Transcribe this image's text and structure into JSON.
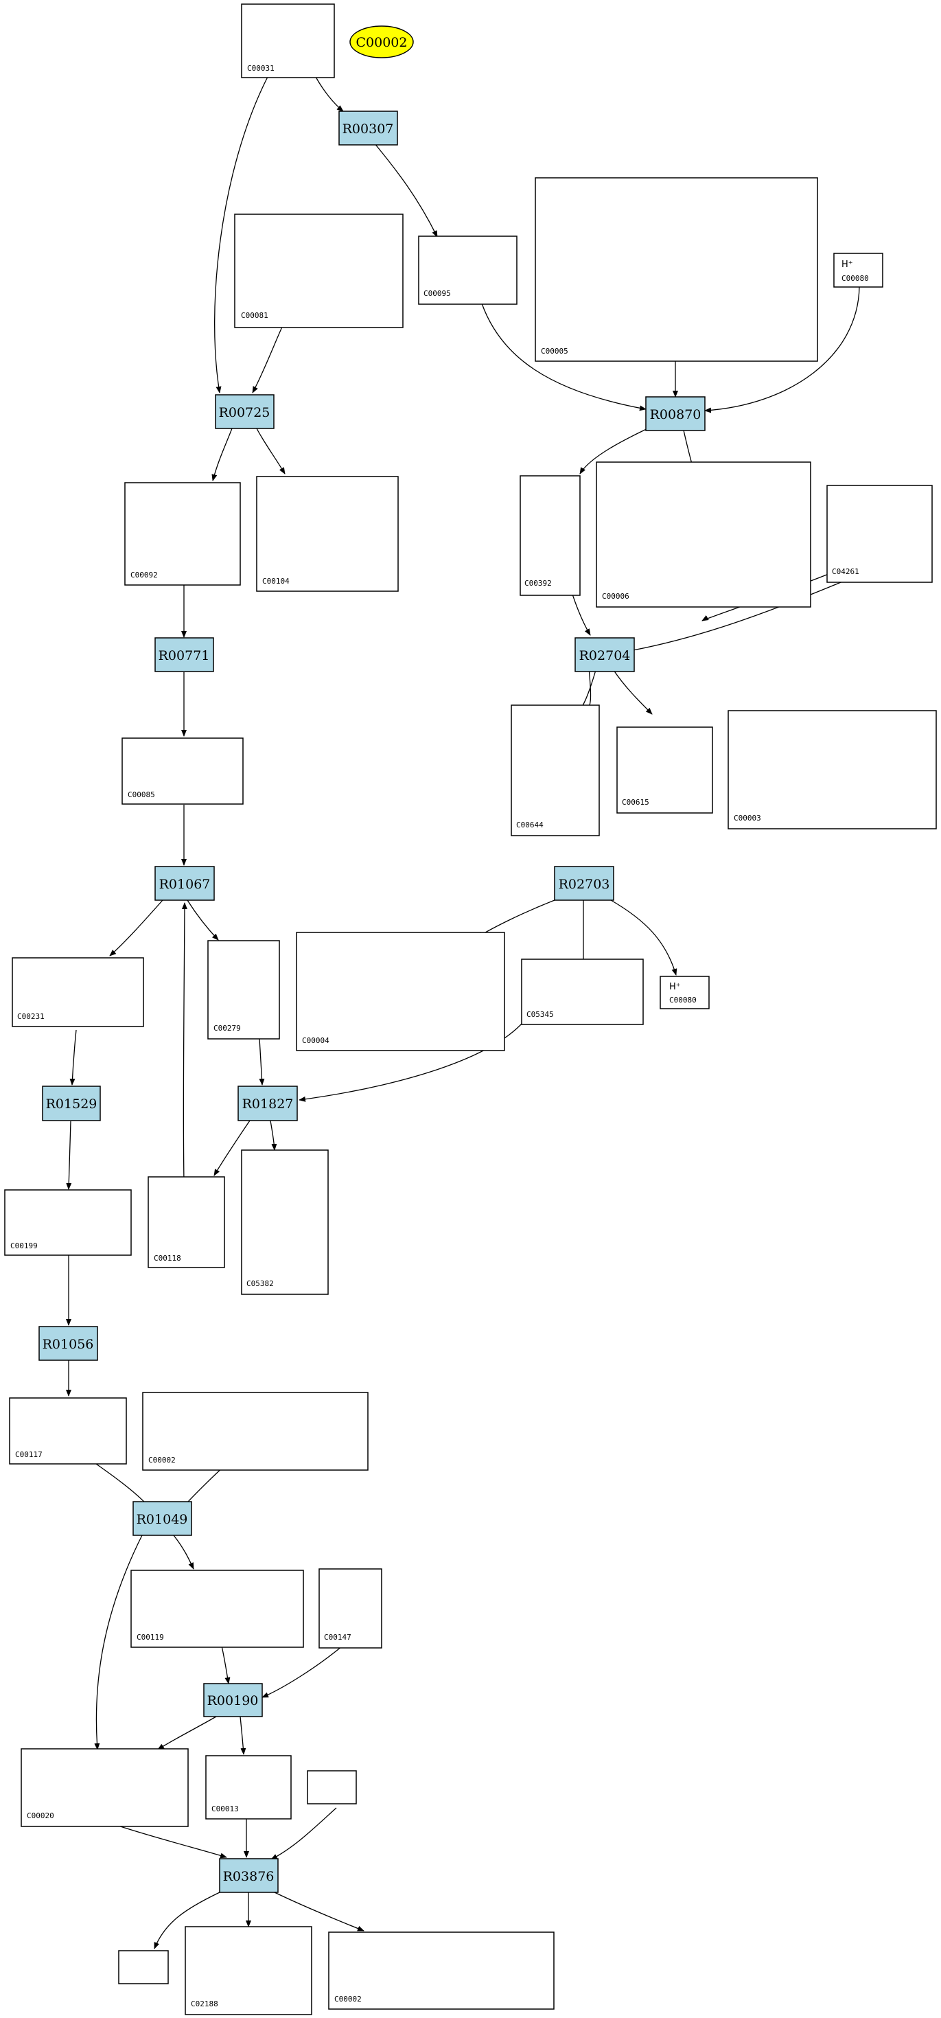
{
  "ellipse": {
    "label": "C00002"
  },
  "reactions": {
    "r00307": "R00307",
    "r00725": "R00725",
    "r00870": "R00870",
    "r00771": "R00771",
    "r02704": "R02704",
    "r01067": "R01067",
    "r02703": "R02703",
    "r01529": "R01529",
    "r01827": "R01827",
    "r01056": "R01056",
    "r01049": "R01049",
    "r00190": "R00190",
    "r03876": "R03876"
  },
  "compounds": {
    "c00031": "C00031",
    "c00081": "C00081",
    "c00095": "C00095",
    "c00005": "C00005",
    "c00080a": "C00080",
    "c00092": "C00092",
    "c00104": "C00104",
    "c00392": "C00392",
    "c00006": "C00006",
    "c04261": "C04261",
    "c00085": "C00085",
    "c00644": "C00644",
    "c00615": "C00615",
    "c00003": "C00003",
    "c00231": "C00231",
    "c00279": "C00279",
    "c00004": "C00004",
    "c05345": "C05345",
    "c00080b": "C00080",
    "c00199": "C00199",
    "c00118": "C00118",
    "c05382": "C05382",
    "c00117": "C00117",
    "c00002a": "C00002",
    "c00119": "C00119",
    "c00147": "C00147",
    "c00020": "C00020",
    "c00013": "C00013",
    "c02188": "C02188",
    "c00002b": "C00002"
  },
  "hplus": "H⁺"
}
